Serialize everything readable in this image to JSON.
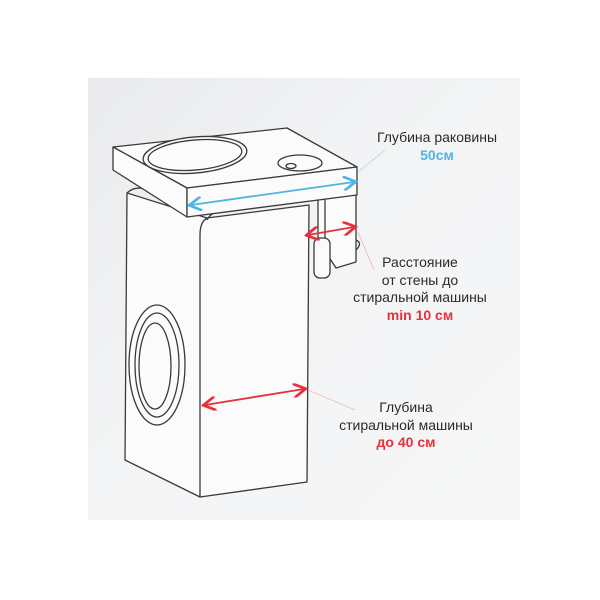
{
  "labels": {
    "sink_depth": {
      "title": "Глубина раковины",
      "value": "50см"
    },
    "wall_distance": {
      "line1": "Расстояние",
      "line2": "от стены до",
      "line3": "стиральной машины",
      "value": "min 10 см"
    },
    "machine_depth": {
      "line1": "Глубина",
      "line2": "стиральной машины",
      "value": "до 40 см"
    }
  },
  "colors": {
    "blue": "#4fb4e4",
    "red": "#e8303a",
    "line": "#3a3a3a"
  }
}
